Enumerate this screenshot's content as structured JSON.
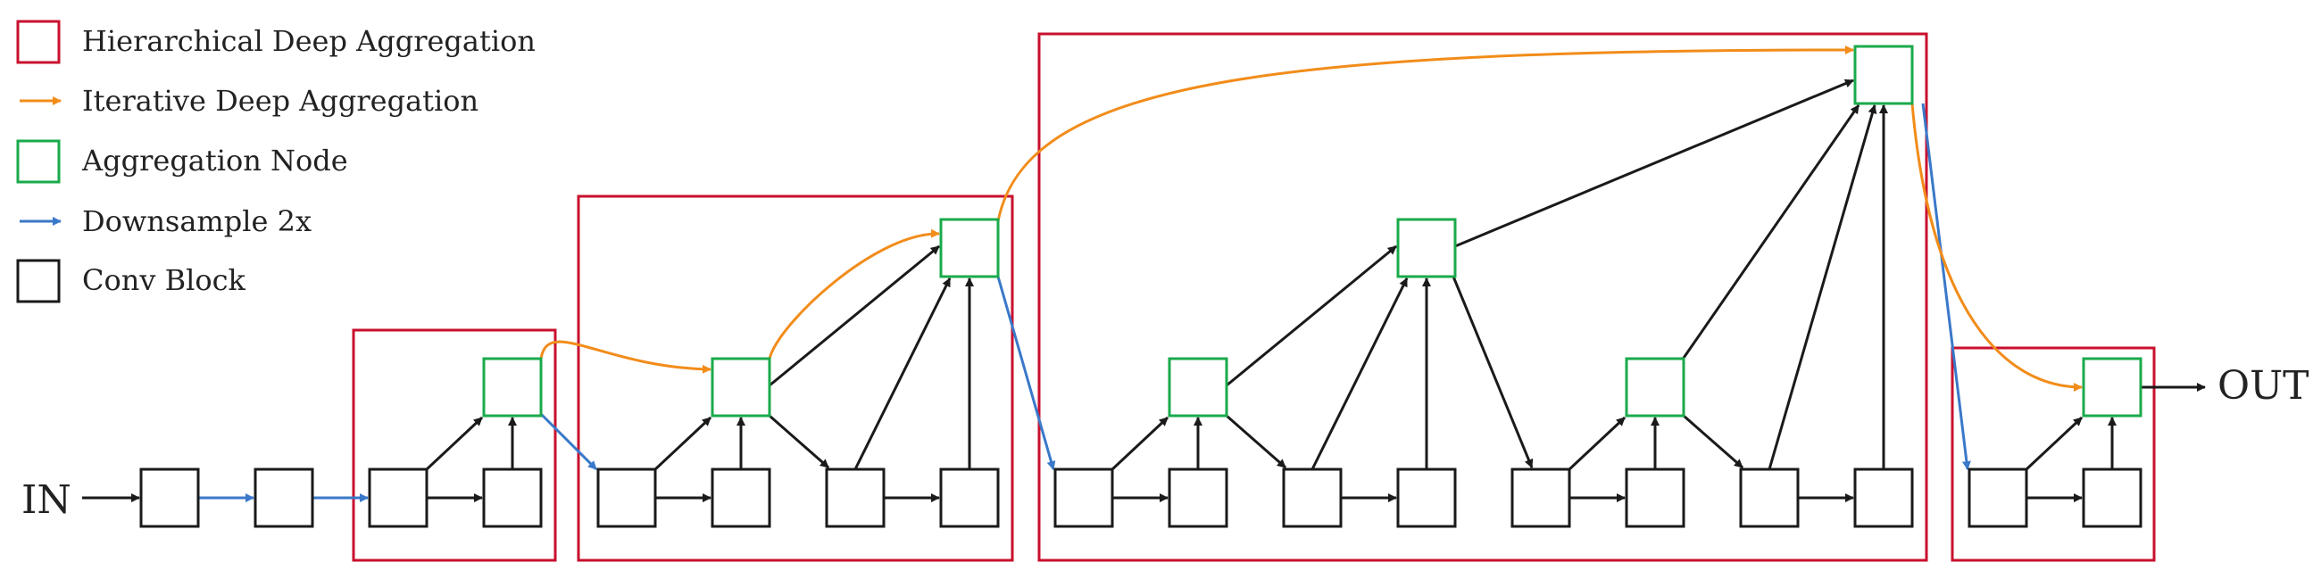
{
  "legend": {
    "items": [
      {
        "kind": "box",
        "color": "#c8102e",
        "label": "Hierarchical Deep Aggregation"
      },
      {
        "kind": "arrow",
        "color": "#f28c1a",
        "label": "Iterative Deep Aggregation"
      },
      {
        "kind": "box",
        "color": "#1aaa4b",
        "label": "Aggregation Node"
      },
      {
        "kind": "arrow",
        "color": "#3a78c9",
        "label": "Downsample 2x"
      },
      {
        "kind": "box",
        "color": "#1a1a1a",
        "label": "Conv Block"
      }
    ]
  },
  "diagram": {
    "input_label": "IN",
    "output_label": "OUT",
    "colors": {
      "hda": "#c8102e",
      "ida": "#f28c1a",
      "agg": "#1aaa4b",
      "down": "#3a78c9",
      "conv": "#1a1a1a",
      "edge": "#1a1a1a"
    }
  }
}
